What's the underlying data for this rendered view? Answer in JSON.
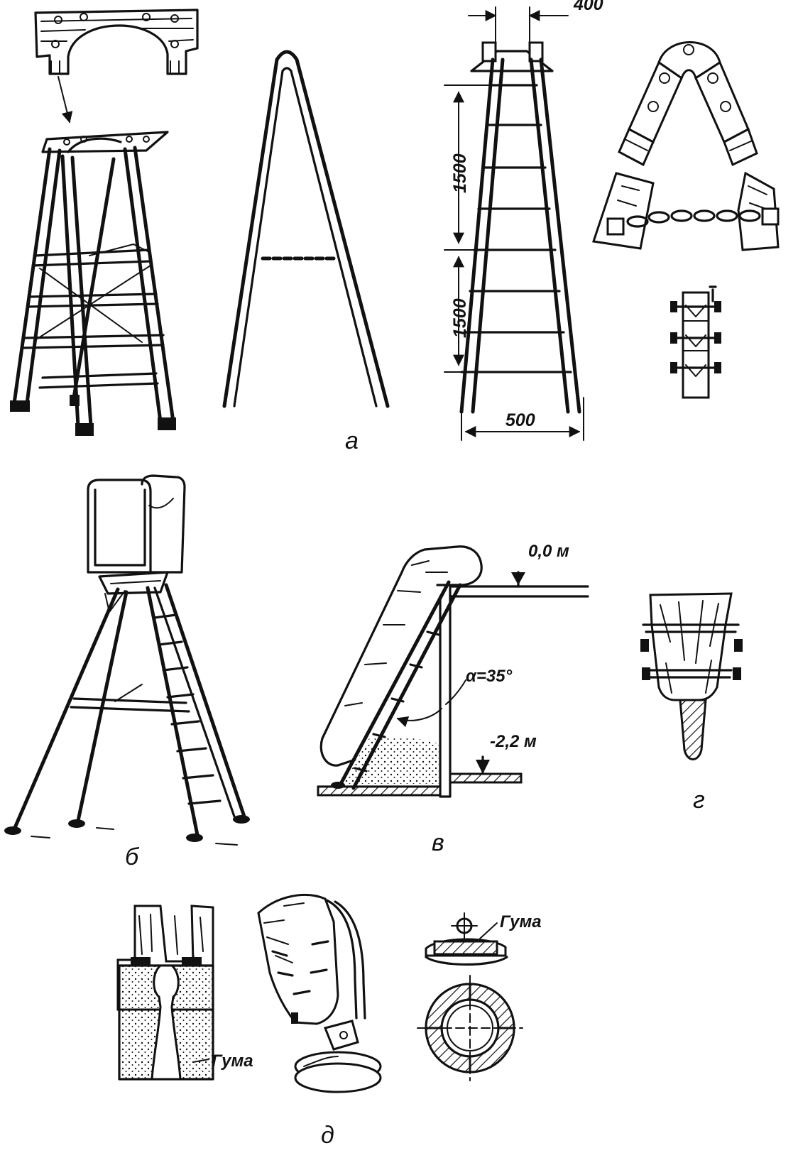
{
  "panel_labels": {
    "a": "а",
    "b": "б",
    "v": "в",
    "g": "г",
    "d": "д"
  },
  "dimensions": {
    "top_width": "400",
    "upper_span": "1500",
    "lower_span": "1500",
    "base_width": "500"
  },
  "pit": {
    "top_level": "0,0 м",
    "bottom_level": "-2,2 м",
    "angle": "α=35°"
  },
  "annotations": {
    "rubber_1": "Гума",
    "rubber_2": "Гума"
  }
}
